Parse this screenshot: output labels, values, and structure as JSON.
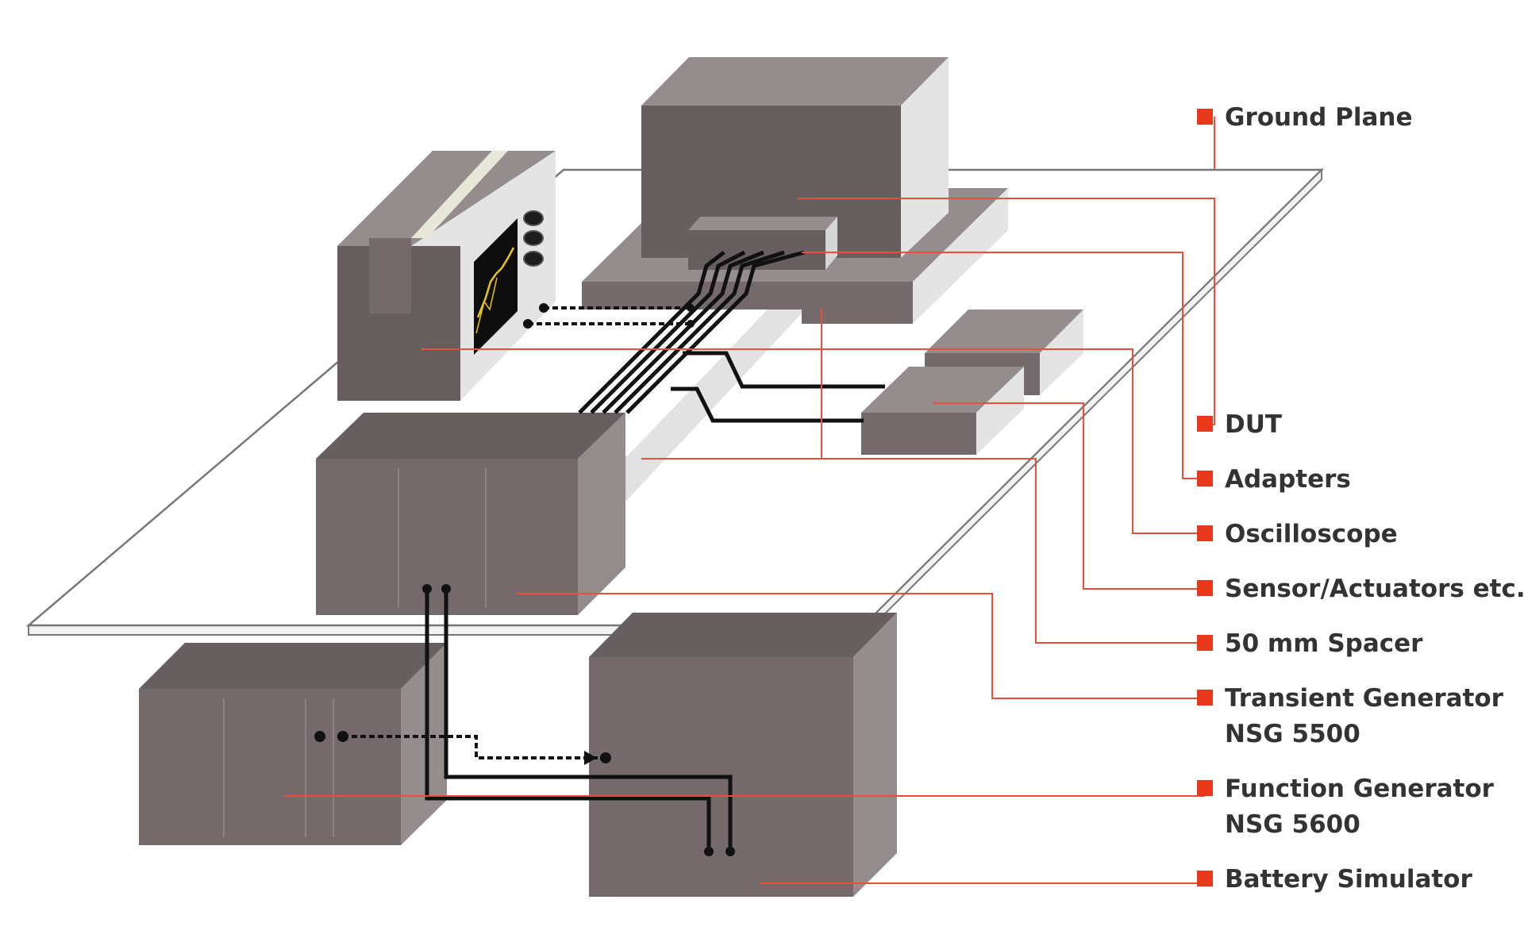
{
  "legend": {
    "ground_plane": "Ground Plane",
    "dut": "DUT",
    "adapters": "Adapters",
    "oscilloscope": "Oscilloscope",
    "sensor_actuators": "Sensor/Actuators etc.",
    "spacer": "50 mm Spacer",
    "transient_generator_line1": "Transient Generator",
    "transient_generator_line2": "NSG 5500",
    "function_generator_line1": "Function Generator",
    "function_generator_line2": "NSG 5600",
    "battery_simulator": "Battery Simulator"
  },
  "colors": {
    "leader_line": "#e8503a",
    "legend_marker": "#e8381b",
    "box_front": "#756a6b",
    "box_top": "#948c8d",
    "box_side": "#e4e4e4",
    "cable": "#111111",
    "scope_trace": "#e8c51a"
  }
}
